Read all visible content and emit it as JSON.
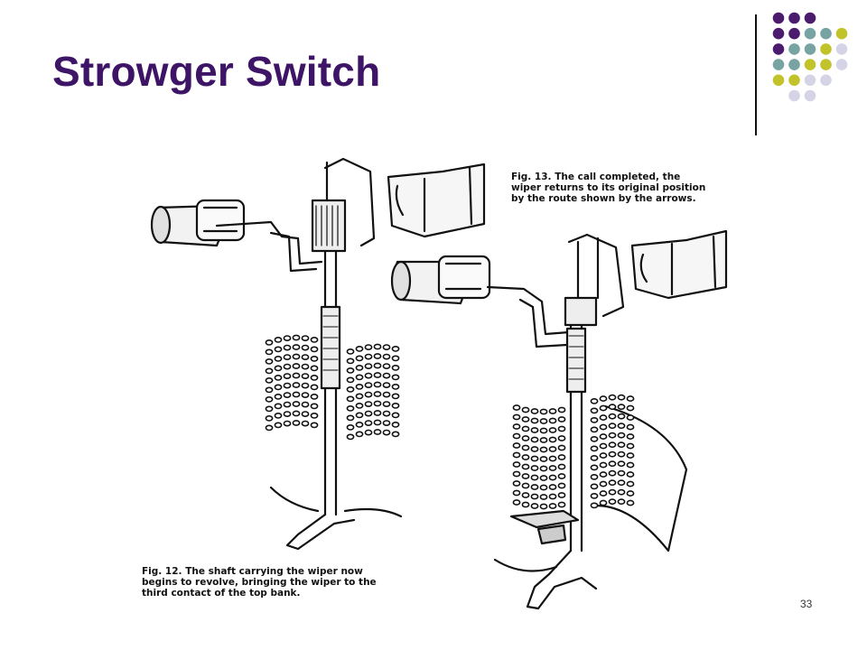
{
  "title": "Strowger Switch",
  "figure": {
    "caption_fig13": "Fig. 13. The call completed, the\nwiper returns to its original position\nby the route shown by the arrows.",
    "caption_fig12": "Fig. 12. The shaft carrying the wiper now\nbegins to revolve, bringing the wiper to the\nthird contact of the top bank."
  },
  "slide_number": "33",
  "colors": {
    "title": "#3d1466",
    "dot_purple": "#4b1c6e",
    "dot_teal": "#78a3a3",
    "dot_olive": "#c2c22a",
    "dot_lavender": "#d4d4e6"
  }
}
